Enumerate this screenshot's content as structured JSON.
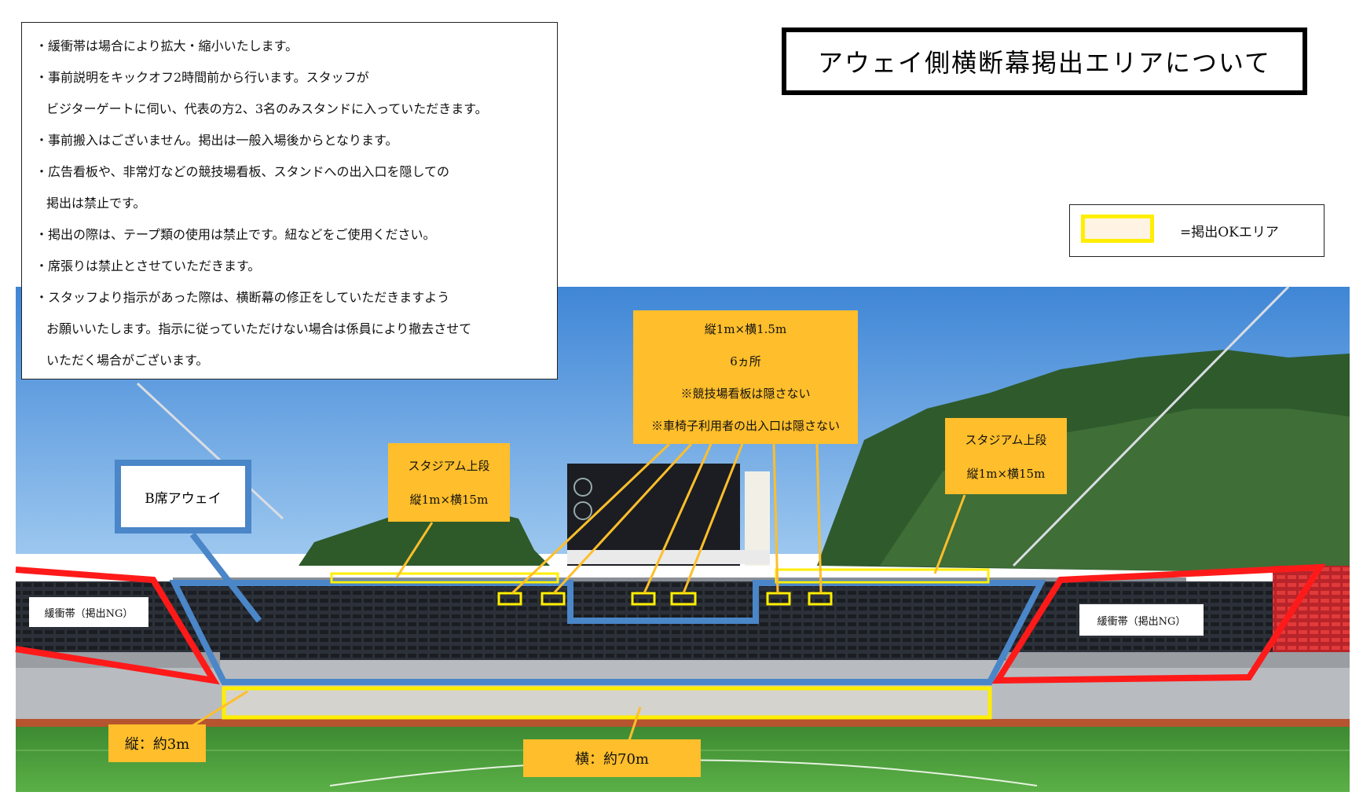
{
  "title": "アウェイ側横断幕掲出エリアについて",
  "legend": {
    "text": "=掲出OKエリア",
    "swatch_fill": "#fff4e3",
    "swatch_border": "#ffee00"
  },
  "rules": [
    "・緩衝帯は場合により拡大・縮小いたします。",
    "・事前説明をキックオフ2時間前から行います。スタッフが",
    "ビジターゲートに伺い、代表の方2、3名のみスタンドに入っていただきます。",
    "・事前搬入はございません。掲出は一般入場後からとなります。",
    "・広告看板や、非常灯などの競技場看板、スタンドへの出入口を隠しての",
    "掲出は禁止です。",
    "・掲出の際は、テープ類の使用は禁止です。紐などをご使用ください。",
    "・席張りは禁止とさせていただきます。",
    "・スタッフより指示があった際は、横断幕の修正をしていただきますよう",
    "お願いいたします。指示に従っていただけない場合は係員により撤去させて",
    "いただく場合がございます。"
  ],
  "labels": {
    "center": [
      "縦1m×横1.5m",
      "6ヵ所",
      "※競技場看板は隠さない",
      "※車椅子利用者の出入口は隠さない"
    ],
    "upper_left": [
      "スタジアム上段",
      "縦1m×横15m"
    ],
    "upper_right": [
      "スタジアム上段",
      "縦1m×横15m"
    ],
    "height": "縦：約3m",
    "width": "横：約70m",
    "bseki": "B席アウェイ",
    "buffer_left": "緩衝帯（掲出NG）",
    "buffer_right": "緩衝帯（掲出NG）"
  },
  "colors": {
    "ok_area": "#ffee00",
    "away_section": "#4a86c8",
    "buffer_zone": "#ff1a1a",
    "label_bg": "#ffbe2b",
    "sky": "#5b9fe0",
    "field": "#4a9a3a"
  }
}
